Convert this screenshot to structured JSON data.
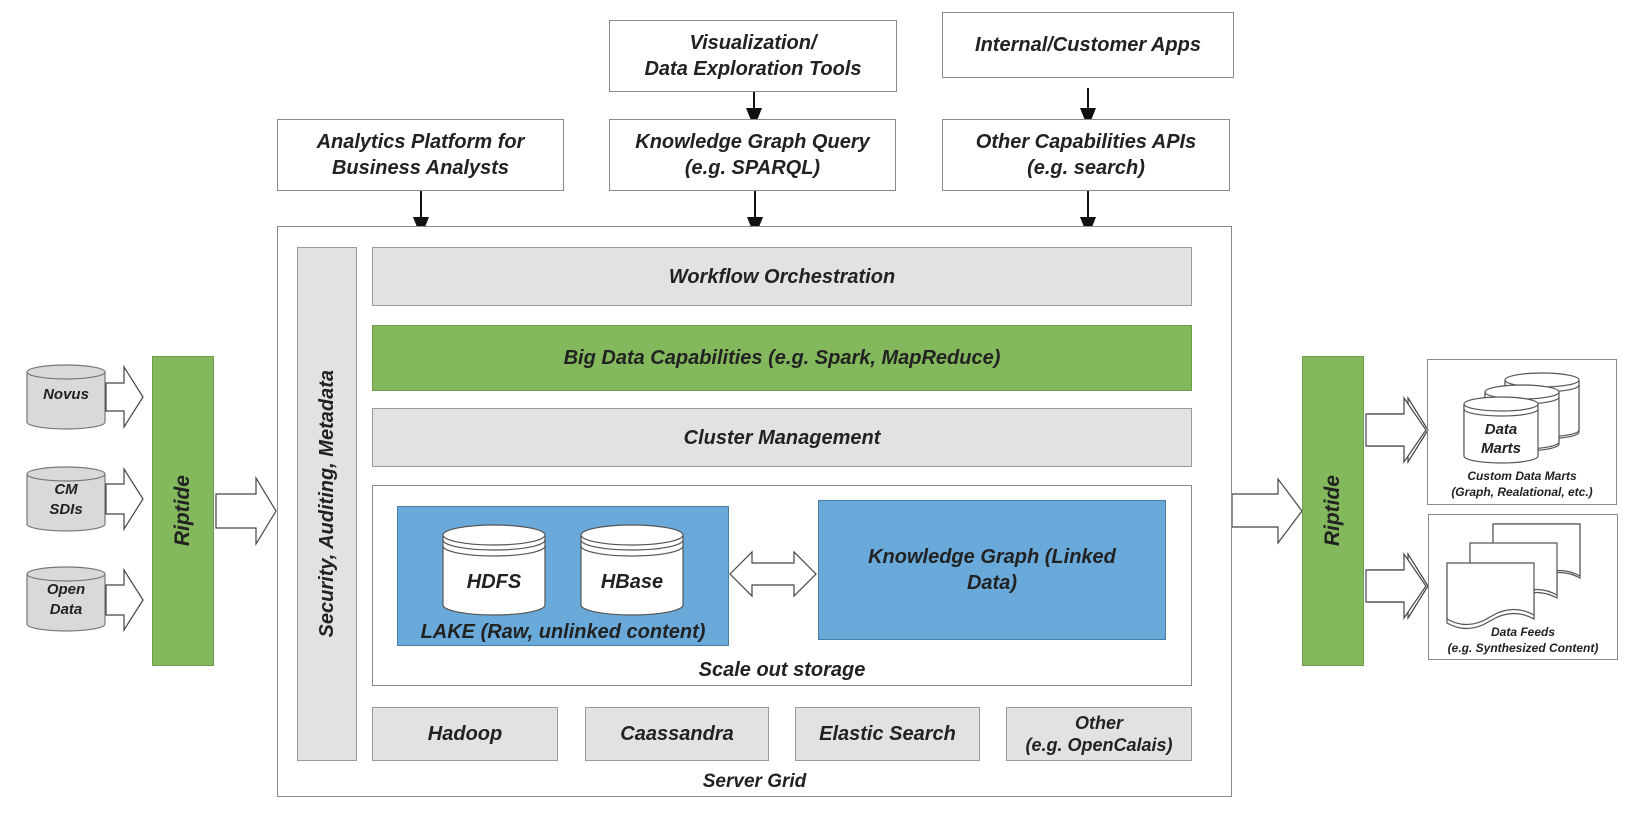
{
  "top": {
    "viz_tools": "Visualization/\nData Exploration Tools",
    "internal_apps": "Internal/Customer Apps",
    "analytics_platform": "Analytics Platform for\nBusiness Analysts",
    "kg_query": "Knowledge Graph Query\n(e.g. SPARQL)",
    "other_apis": "Other Capabilities APIs\n(e.g. search)"
  },
  "sources": {
    "novus": "Novus",
    "cm_sdis": "CM\nSDIs",
    "open_data": "Open\nData"
  },
  "riptide_left": "Riptide",
  "riptide_right": "Riptide",
  "grid": {
    "security": "Security, Auditing, Metadata",
    "workflow": "Workflow Orchestration",
    "big_data": "Big Data Capabilities (e.g. Spark, MapReduce)",
    "cluster": "Cluster Management",
    "hdfs": "HDFS",
    "hbase": "HBase",
    "lake": "LAKE (Raw, unlinked content)",
    "knowledge_graph": "Knowledge Graph (Linked\nData)",
    "scale_out": "Scale out storage",
    "hadoop": "Hadoop",
    "caassandra": "Caassandra",
    "elastic": "Elastic Search",
    "other": "Other\n(e.g. OpenCalais)",
    "server_grid": "Server Grid"
  },
  "outputs": {
    "data_marts": "Data\nMarts",
    "custom_marts": "Custom Data Marts\n(Graph, Realational, etc.)",
    "data_feeds": "Data Feeds\n(e.g. Synthesized Content)"
  },
  "colors": {
    "green": "#83b95c",
    "blue": "#6aaada",
    "gray": "#e2e2e2"
  }
}
